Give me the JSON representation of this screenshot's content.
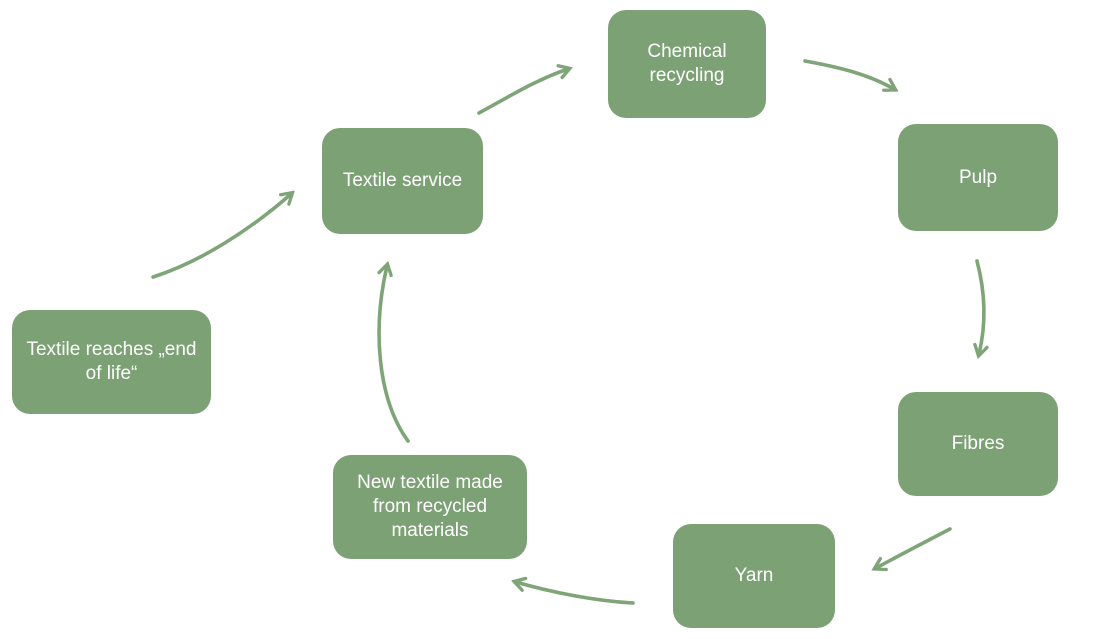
{
  "diagram": {
    "type": "cycle",
    "colors": {
      "node_fill": "#7CA175",
      "arrow": "#7EA477",
      "text": "#FFFFFF",
      "background": "#FFFFFF"
    },
    "nodes": [
      {
        "id": "chemical-recycling",
        "label": "Chemical recycling"
      },
      {
        "id": "pulp",
        "label": "Pulp"
      },
      {
        "id": "fibres",
        "label": "Fibres"
      },
      {
        "id": "yarn",
        "label": "Yarn"
      },
      {
        "id": "new-textile",
        "label": "New textile made from recycled materials"
      },
      {
        "id": "textile-service",
        "label": "Textile service"
      },
      {
        "id": "end-of-life",
        "label": "Textile reaches „end of life“"
      }
    ],
    "edges": [
      {
        "from": "end-of-life",
        "to": "textile-service"
      },
      {
        "from": "textile-service",
        "to": "chemical-recycling"
      },
      {
        "from": "chemical-recycling",
        "to": "pulp"
      },
      {
        "from": "pulp",
        "to": "fibres"
      },
      {
        "from": "fibres",
        "to": "yarn"
      },
      {
        "from": "yarn",
        "to": "new-textile"
      },
      {
        "from": "new-textile",
        "to": "textile-service"
      }
    ]
  }
}
